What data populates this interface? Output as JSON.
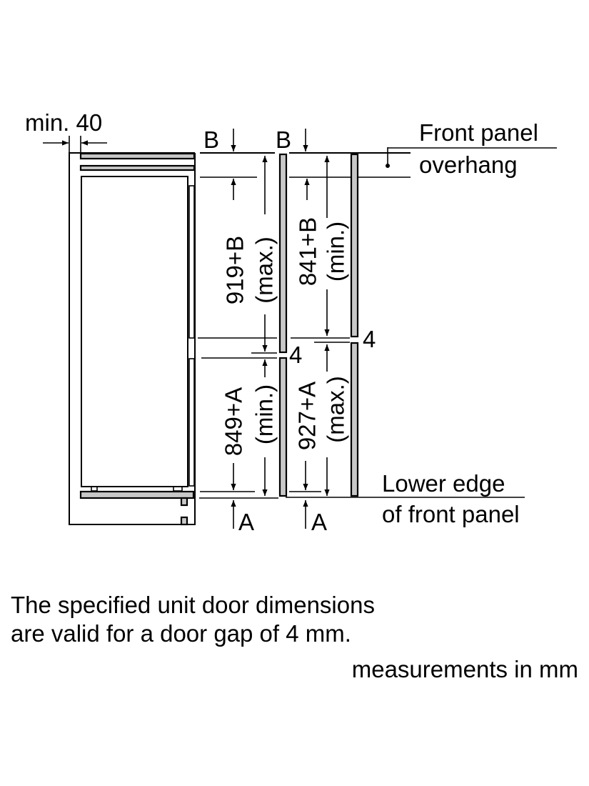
{
  "labels": {
    "min_clearance": "min. 40",
    "b_left": "B",
    "b_right": "B",
    "a_left": "A",
    "a_right": "A",
    "upper_max": "919+B",
    "upper_max_note": "(max.)",
    "upper_min": "841+B",
    "upper_min_note": "(min.)",
    "lower_min": "849+A",
    "lower_min_note": "(min.)",
    "lower_max": "927+A",
    "lower_max_note": "(max.)",
    "gap_left": "4",
    "gap_right": "4",
    "front_panel_line1": "Front panel",
    "front_panel_line2": "overhang",
    "lower_edge_line1": "Lower edge",
    "lower_edge_line2": "of front panel"
  },
  "notes": {
    "line1": "The specified unit door dimensions",
    "line2": "are valid for a door gap of 4 mm.",
    "units": "measurements in mm"
  },
  "colors": {
    "panel": "#c8c8c8",
    "line": "#000000"
  }
}
